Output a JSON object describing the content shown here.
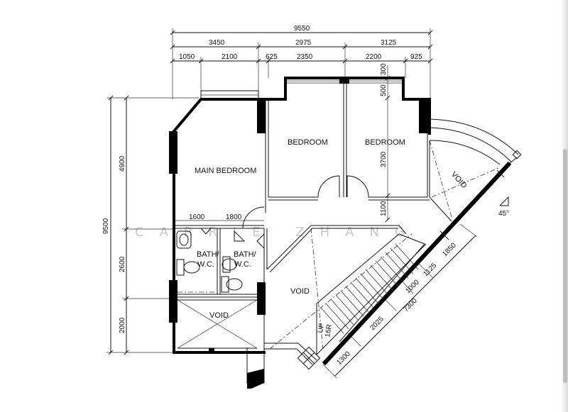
{
  "plan": {
    "dimensions": {
      "total_width": "9550",
      "top_left": "3450",
      "top_mid": "2975",
      "top_right": "3125",
      "d1050": "1050",
      "d2100": "2100",
      "d625": "625",
      "d2350": "2350",
      "d2200": "2200",
      "d925": "925",
      "total_height": "9500",
      "left_4900": "4900",
      "left_2600": "2600",
      "left_2000": "2000",
      "inner_300": "300",
      "inner_500": "500",
      "inner_3700": "3700",
      "inner_1100": "1100",
      "mid_1600": "1600",
      "mid_1800": "1800",
      "diag_1850": "1850",
      "diag_1125": "1125",
      "diag_1000": "1000",
      "diag_2025": "2025",
      "diag_7300": "7300",
      "diag_1300": "1300"
    },
    "rooms": {
      "main_bedroom": "MAIN BEDROOM",
      "bedroom_1": "BEDROOM",
      "bedroom_2": "BEDROOM",
      "bath_1_line1": "BATH/",
      "bath_1_line2": "W.C.",
      "bath_2_line1": "BATH/",
      "bath_2_line2": "W.C.",
      "void_left": "VOID",
      "void_center": "VOID",
      "void_right": "VOID"
    },
    "stair_label_1": "UP",
    "stair_label_2": "16R",
    "angle_label": "45°",
    "watermark": "CARRIE ZHANG"
  }
}
